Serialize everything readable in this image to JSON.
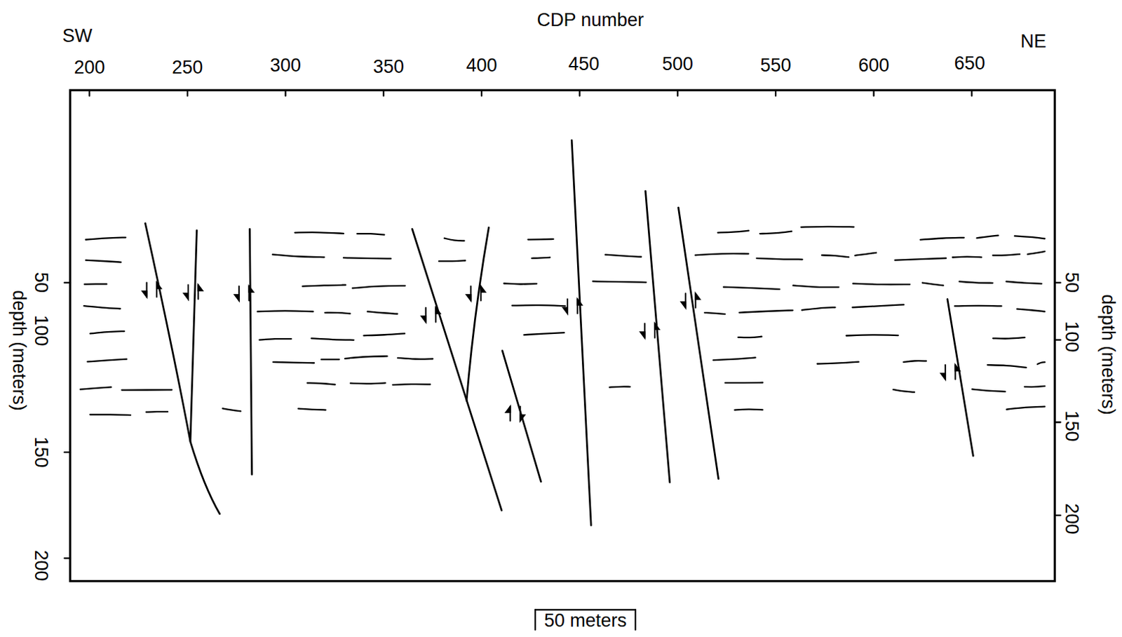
{
  "diagram": {
    "labels": [
      "SW",
      "CDP number",
      "NE",
      "200",
      "250",
      "300",
      "350",
      "400",
      "450",
      "500",
      "550",
      "600",
      "650",
      "depth (meters)",
      "50",
      "100",
      "150",
      "200",
      "depth (meters)",
      "50",
      "100",
      "150",
      "200",
      "50 meters"
    ]
  }
}
